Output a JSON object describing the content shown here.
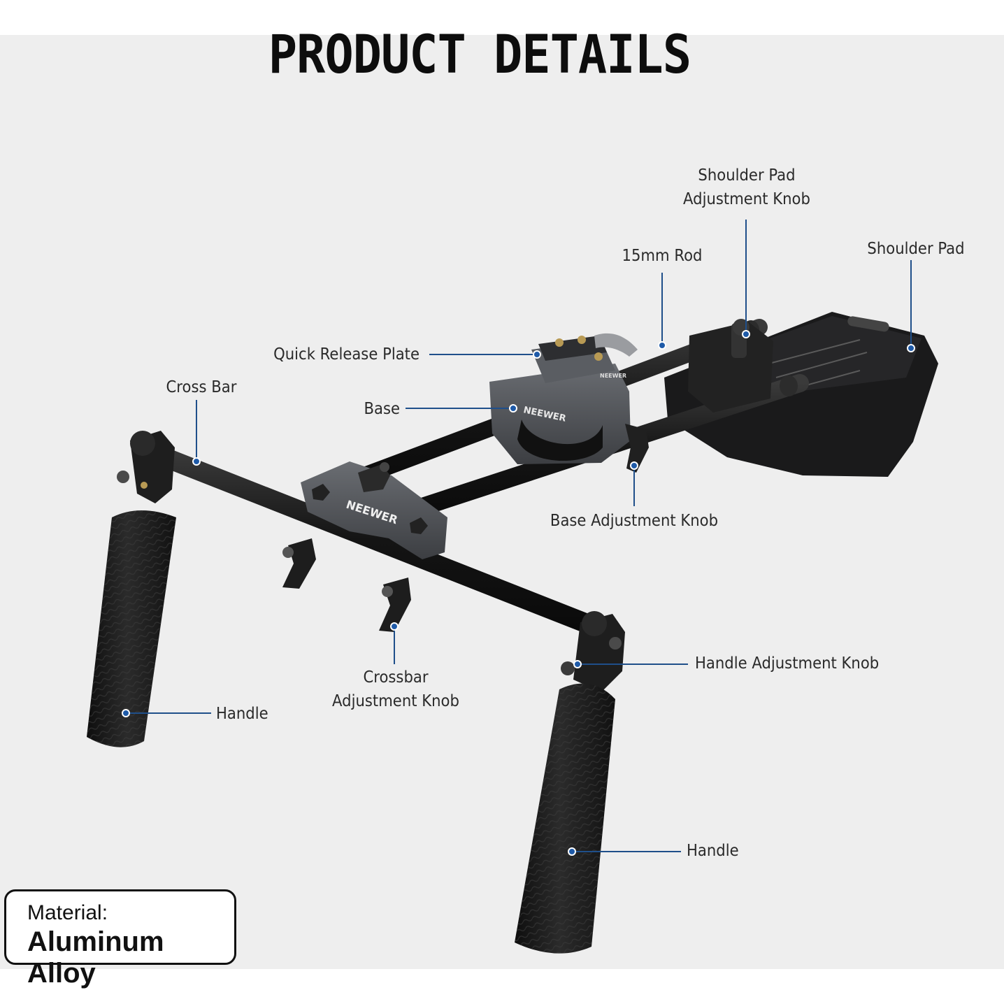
{
  "title": "PRODUCT DETAILS",
  "brand": "NEEWER",
  "callouts": {
    "shoulder_pad_knob_line1": "Shoulder Pad",
    "shoulder_pad_knob_line2": "Adjustment Knob",
    "rod": "15mm Rod",
    "shoulder_pad": "Shoulder Pad",
    "quick_release_plate": "Quick Release Plate",
    "cross_bar": "Cross Bar",
    "base": "Base",
    "base_adjustment_knob": "Base Adjustment Knob",
    "handle_adjustment_knob": "Handle Adjustment Knob",
    "crossbar_knob_line1": "Crossbar",
    "crossbar_knob_line2": "Adjustment Knob",
    "handle_left": "Handle",
    "handle_right": "Handle"
  },
  "material": {
    "label": "Material:",
    "value": "Aluminum Alloy"
  },
  "colors": {
    "callout_line": "#1f4f8a",
    "callout_dot": "#1e5aa8",
    "metal_dark": "#1a1a1a",
    "metal_grey": "#4a4d52",
    "panel_background": "#eeeeee"
  }
}
